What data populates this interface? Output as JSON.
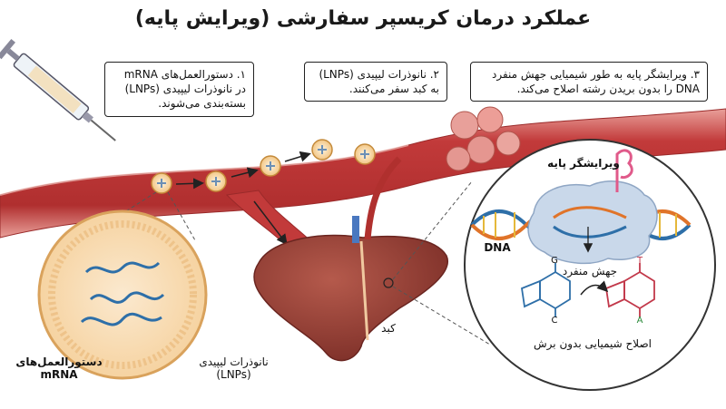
{
  "title": "عملکرد درمان کریسپر سفارشی (ویرایش پایه)",
  "callouts": [
    {
      "text": "۱. دستورالعمل‌های mRNA در نانوذرات لیپیدی (LNPs) بسته‌بندی می‌شوند."
    },
    {
      "text": "۲. نانوذرات لیپیدی (LNPs) به کبد سفر می‌کنند."
    },
    {
      "text": "۳. ویرایشگر پایه به طور شیمیایی جهش منفرد DNA را بدون بریدن رشته اصلاح می‌کند."
    }
  ],
  "labels": {
    "base_editor": "ویرایشگر پایه",
    "dna": "DNA",
    "mutation": "جهش منفرد",
    "correction": "اصلاح شیمیایی بدون برش",
    "liver": "کبد",
    "mrna": "دستورالعمل‌های mRNA",
    "lnp": "نانوذرات لیپیدی (LNPs)"
  },
  "bases": {
    "g_top": "G",
    "c_bottom": "C",
    "t_top": "T",
    "a_bottom": "A"
  },
  "colors": {
    "vessel": "#c23a3a",
    "liver": "#8e3b32",
    "lnp": "#f0c88a",
    "editor": "#c9d8ea",
    "mrna": "#2e6fa8"
  }
}
